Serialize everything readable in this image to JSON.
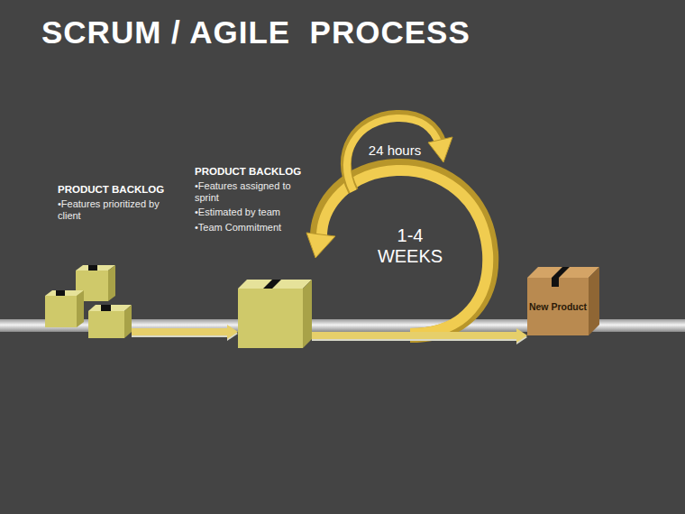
{
  "diagram": {
    "title": "SCRUM / AGILE  PROCESS",
    "nodes": [
      {
        "text": [
          "PRODUCT BACKLOG",
          "•Features prioritized by client"
        ]
      },
      {
        "text": [
          "PRODUCT BACKLOG",
          "•Features assigned to sprint",
          "•Estimated by team",
          "•Team Commitment"
        ]
      },
      {
        "text": [
          "New Product"
        ]
      }
    ],
    "edges": [
      {
        "from": 0,
        "to": 1,
        "arrow": "to"
      },
      {
        "from": 1,
        "to": 2,
        "arrow": "to"
      }
    ],
    "labels": [
      "24 hours",
      "1-4 WEEKS"
    ]
  }
}
